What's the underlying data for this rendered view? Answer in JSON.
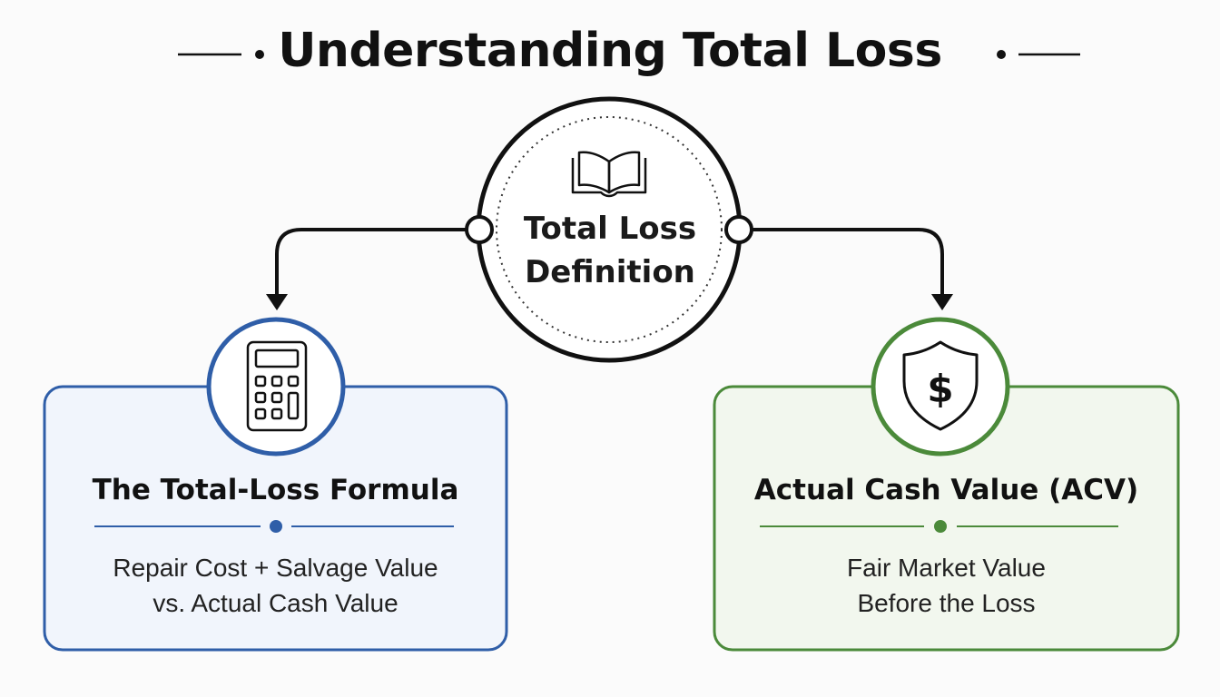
{
  "title": "Understanding Total Loss",
  "center": {
    "label": "Total Loss\nDefinition",
    "icon": "open-book-icon"
  },
  "cards": [
    {
      "title": "The Total-Loss Formula",
      "description": "Repair Cost + Salvage Value\nvs. Actual Cash Value",
      "icon": "calculator-icon",
      "accent": "#2f5ea8",
      "background": "#f1f5fc"
    },
    {
      "title": "Actual Cash Value (ACV)",
      "description": "Fair Market Value\nBefore the Loss",
      "icon": "shield-dollar-icon",
      "accent": "#4b8a3a",
      "background": "#f2f7ee"
    }
  ]
}
